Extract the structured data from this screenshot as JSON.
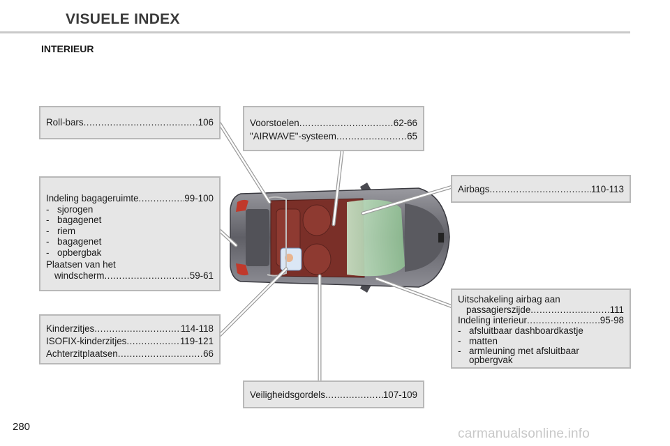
{
  "header": {
    "title": "VISUELE INDEX"
  },
  "section": {
    "title": "INTERIEUR"
  },
  "boxes": {
    "rollbars": {
      "label": "Roll-bars",
      "page": "106"
    },
    "seats": {
      "rows": [
        {
          "label": "Voorstoelen",
          "page": "62-66"
        },
        {
          "label": "\"AIRWAVE\"-systeem",
          "page": "65"
        }
      ]
    },
    "airbags": {
      "label": "Airbags",
      "page": "110-113"
    },
    "luggage": {
      "heading": {
        "label": "Indeling bagageruimte",
        "page": "99-100"
      },
      "items": [
        "sjorogen",
        "bagagenet",
        "riem",
        "bagagenet",
        "opbergbak"
      ],
      "place_line1": "Plaatsen van het",
      "place_line2": {
        "label": "windscherm",
        "page": "59-61"
      }
    },
    "child": {
      "rows": [
        {
          "label": "Kinderzitjes",
          "page": "114-118"
        },
        {
          "label": "ISOFIX-kinderzitjes",
          "page": "119-121"
        },
        {
          "label": "Achterzitplaatsen",
          "page": "66"
        }
      ]
    },
    "passenger": {
      "line1": "Uitschakeling airbag aan",
      "line2": {
        "label": "passagierszijde",
        "page": "111"
      },
      "line3": {
        "label": "Indeling interieur",
        "page": "95-98"
      },
      "items": [
        "afsluitbaar dashboardkastje",
        "matten",
        "armleuning met afsluitbaar opbergvak"
      ]
    },
    "belts": {
      "label": "Veiligheidsgordels",
      "page": "107-109"
    }
  },
  "footer": {
    "page_number": "280",
    "watermark": "carmanualsonline.info"
  },
  "colors": {
    "box_fill": "#e6e6e6",
    "box_border": "#b8b8b8",
    "car_body": "#6b6b70",
    "interior": "#7a2f28",
    "windscreen": "#a6cfa8"
  }
}
